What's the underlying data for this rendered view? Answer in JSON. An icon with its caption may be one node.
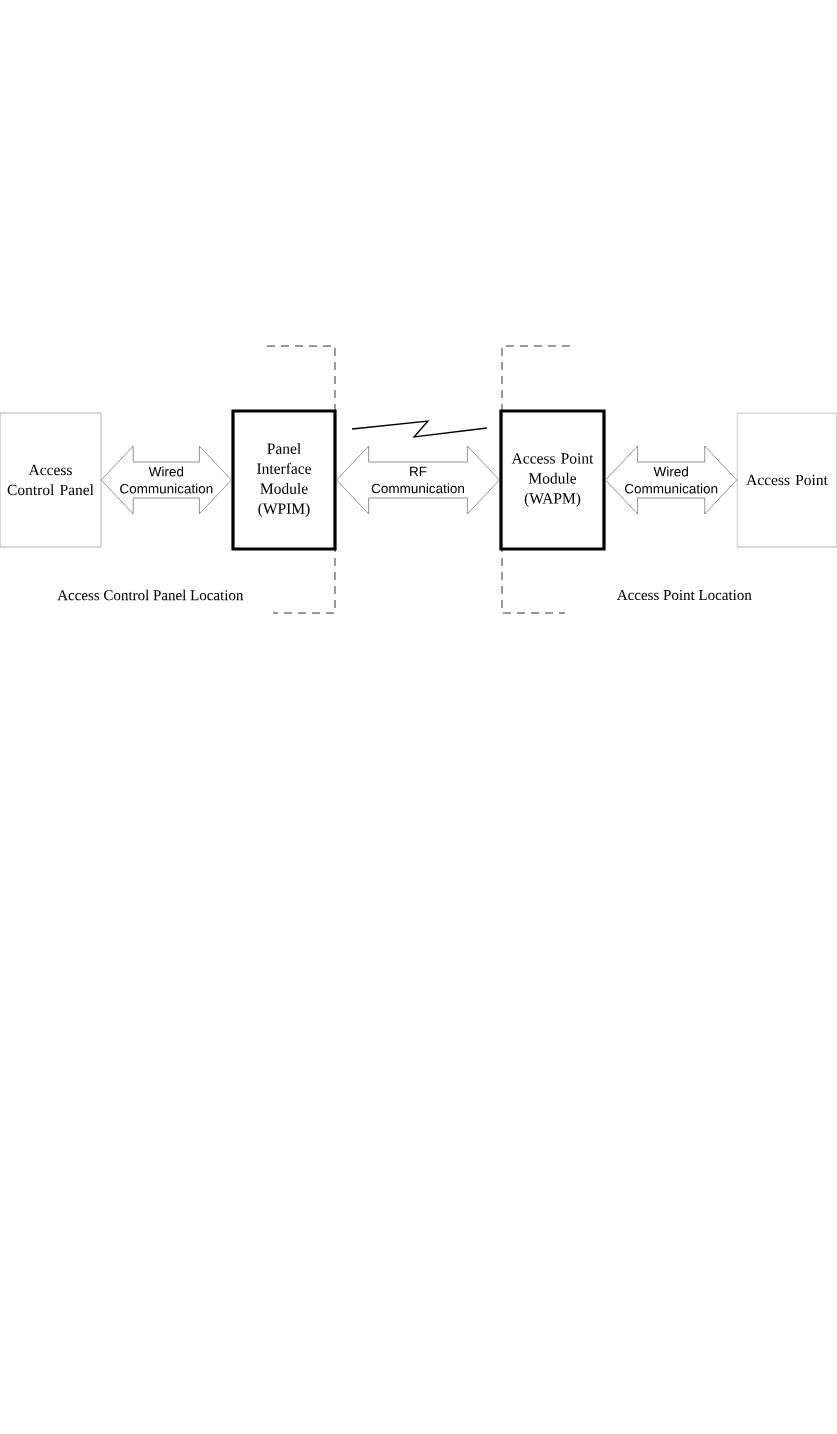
{
  "diagram": {
    "nodes": [
      {
        "text": [
          "Access Control Panel"
        ]
      },
      {
        "text": [
          "Panel Interface Module (WPIM)"
        ]
      },
      {
        "text": [
          "Access Point Module (WAPM)"
        ]
      },
      {
        "text": [
          "Access Point"
        ]
      }
    ],
    "edges": [
      {
        "from": 0,
        "to": 1,
        "arrow": "both",
        "label": "Wired Communication"
      },
      {
        "from": 1,
        "to": 2,
        "arrow": "both",
        "label": "RF Communication"
      },
      {
        "from": 2,
        "to": 3,
        "arrow": "both",
        "label": "Wired Communication"
      }
    ],
    "labels": [
      "Access Control Panel Location",
      "Access Point Location"
    ]
  }
}
